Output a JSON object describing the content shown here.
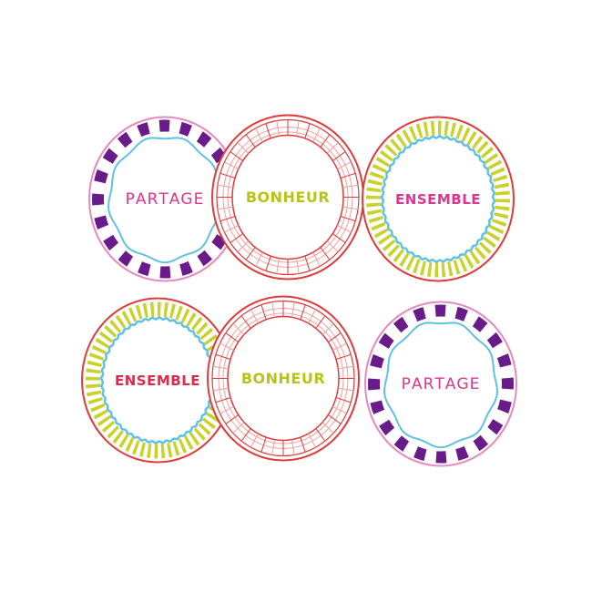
{
  "image": {
    "description_kind": "product-photo",
    "background": "#ffffff"
  },
  "plates": [
    {
      "id": "plate-1",
      "style": "purple-stripes",
      "word": "PARTAGE",
      "letter_colors": [
        "#e0358f",
        "#e0358f",
        "#e0358f",
        "#e0358f",
        "#e0358f",
        "#e0358f",
        "#e0358f"
      ],
      "rim_color": "#e58ac0",
      "accent_color": "#6a1b8a",
      "wave_color": "#5fc1e3"
    },
    {
      "id": "plate-2",
      "style": "red-grid",
      "word": "BONHEUR",
      "letter_colors": [
        "#b7c415",
        "#b7c415",
        "#b7c415",
        "#b7c415",
        "#b7c415",
        "#b7c415",
        "#b7c415"
      ],
      "rim_color": "#e03a3a",
      "accent_color": "#f1a0a0",
      "wave_color": "#e03a3a"
    },
    {
      "id": "plate-3",
      "style": "yellow-stripes",
      "word": "ENSEMBLE",
      "letter_colors": [
        "#e0358f",
        "#e0358f",
        "#e0358f",
        "#e0358f",
        "#e0358f",
        "#e0358f",
        "#e0358f",
        "#e0358f"
      ],
      "rim_color": "#e03a3a",
      "accent_color": "#c8d22a",
      "wave_color": "#5fc1e3"
    },
    {
      "id": "plate-4",
      "style": "yellow-stripes",
      "word": "ENSEMBLE",
      "letter_colors": [
        "#e02a4a",
        "#e02a4a",
        "#e02a4a",
        "#e02a4a",
        "#e02a4a",
        "#e02a4a",
        "#e02a4a",
        "#e02a4a"
      ],
      "rim_color": "#e03a3a",
      "accent_color": "#c8d22a",
      "wave_color": "#5fc1e3"
    },
    {
      "id": "plate-5",
      "style": "red-grid",
      "word": "BONHEUR",
      "letter_colors": [
        "#b7c415",
        "#b7c415",
        "#b7c415",
        "#b7c415",
        "#b7c415",
        "#b7c415",
        "#b7c415"
      ],
      "rim_color": "#e03a3a",
      "accent_color": "#f1a0a0",
      "wave_color": "#e03a3a"
    },
    {
      "id": "plate-6",
      "style": "purple-stripes",
      "word": "PARTAGE",
      "letter_colors": [
        "#e0358f",
        "#e0358f",
        "#e0358f",
        "#e0358f",
        "#e0358f",
        "#e0358f",
        "#e0358f"
      ],
      "rim_color": "#e58ac0",
      "accent_color": "#6a1b8a",
      "wave_color": "#5fc1e3"
    }
  ]
}
